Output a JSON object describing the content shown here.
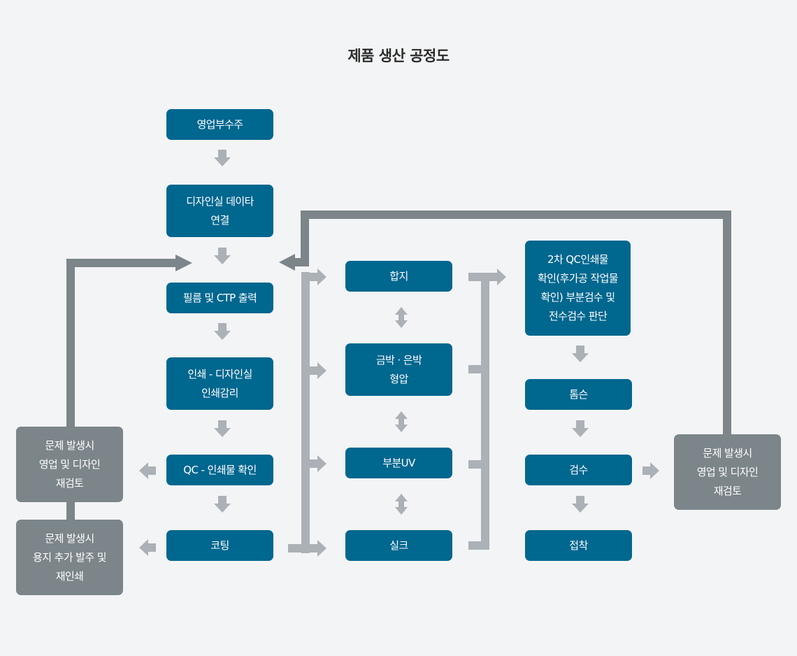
{
  "title": "제품 생산 공정도",
  "colors": {
    "process": "#00678f",
    "issue": "#7b858a",
    "arrow": "#abb1b6",
    "feedback": "#7b858a"
  },
  "process_column_1": {
    "order_received": "영업부수주",
    "design_data_link": "디자인실 데이타\n연결",
    "film_ctp_output": "필름 및 CTP 출력",
    "print_design_supervision": "인쇄 - 디자인실\n인쇄감리",
    "qc_print_check": "QC - 인쇄물 확인",
    "coating": "코팅"
  },
  "process_column_2": {
    "lamination": "합지",
    "foil_embossing": "금박 · 은박\n형압",
    "partial_uv": "부분UV",
    "silk": "실크"
  },
  "process_column_3": {
    "second_qc": "2차 QC인쇄물\n확인(후가공 작업물\n확인) 부분검수 및\n전수검수 판단",
    "die_cutting": "톰슨",
    "inspection": "검수",
    "gluing": "접착"
  },
  "issue_boxes": {
    "left_review": "문제 발생시\n영업 및 디자인\n재검토",
    "left_reprint": "문제 발생시\n용지 추가 발주 및\n재인쇄",
    "right_review": "문제 발생시\n영업 및 디자인\n재검토"
  }
}
